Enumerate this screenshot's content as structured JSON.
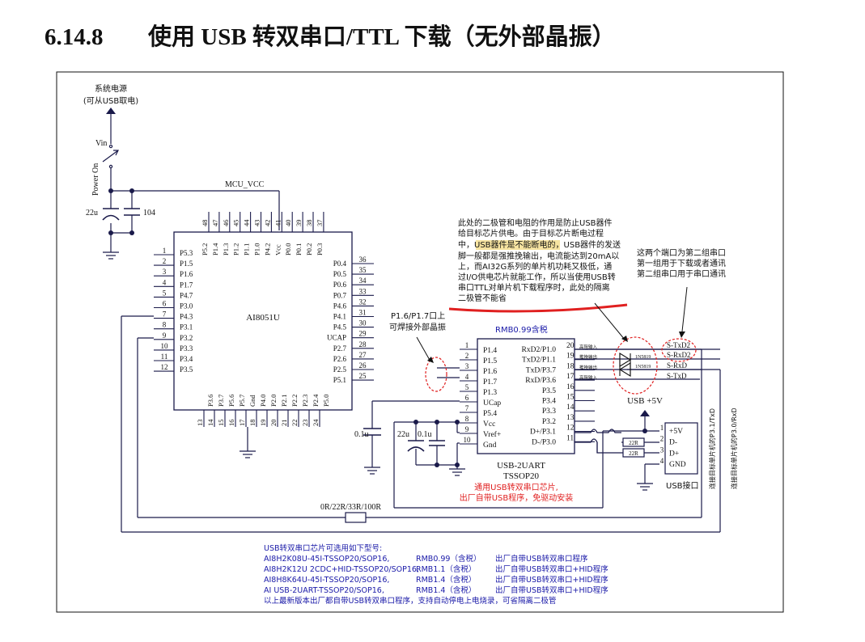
{
  "heading": {
    "number": "6.14.8",
    "title": "使用 USB 转双串口/TTL 下载（无外部晶振）"
  },
  "power": {
    "source_label": "系统电源",
    "source_sublabel": "(可从USB取电)",
    "vin_label": "Vin",
    "switch_label": "Power On",
    "net_label": "MCU_VCC",
    "cap1": "22u",
    "cap2": "104"
  },
  "mcu": {
    "name": "AI8051U",
    "left_pins": [
      {
        "num": "1",
        "name": "P5.3"
      },
      {
        "num": "2",
        "name": "P1.5"
      },
      {
        "num": "3",
        "name": "P1.6"
      },
      {
        "num": "4",
        "name": "P1.7"
      },
      {
        "num": "5",
        "name": "P4.7"
      },
      {
        "num": "6",
        "name": "P3.0"
      },
      {
        "num": "7",
        "name": "P4.3"
      },
      {
        "num": "8",
        "name": "P3.1"
      },
      {
        "num": "9",
        "name": "P3.2"
      },
      {
        "num": "10",
        "name": "P3.3"
      },
      {
        "num": "11",
        "name": "P3.4"
      },
      {
        "num": "12",
        "name": "P3.5"
      }
    ],
    "right_pins": [
      {
        "num": "36",
        "name": "P0.4"
      },
      {
        "num": "35",
        "name": "P0.5"
      },
      {
        "num": "34",
        "name": "P0.6"
      },
      {
        "num": "33",
        "name": "P0.7"
      },
      {
        "num": "32",
        "name": "P4.6"
      },
      {
        "num": "31",
        "name": "P4.1"
      },
      {
        "num": "30",
        "name": "P4.5"
      },
      {
        "num": "29",
        "name": "UCAP"
      },
      {
        "num": "28",
        "name": "P2.7"
      },
      {
        "num": "27",
        "name": "P2.6"
      },
      {
        "num": "26",
        "name": "P2.5"
      },
      {
        "num": "25",
        "name": "P5.1"
      }
    ],
    "top_pins": [
      {
        "num": "48",
        "name": "P5.2"
      },
      {
        "num": "47",
        "name": "P1.4"
      },
      {
        "num": "46",
        "name": "P1.3"
      },
      {
        "num": "45",
        "name": "P1.2"
      },
      {
        "num": "44",
        "name": "P1.1"
      },
      {
        "num": "43",
        "name": "P1.0"
      },
      {
        "num": "42",
        "name": "P4.2"
      },
      {
        "num": "41",
        "name": "Vcc"
      },
      {
        "num": "40",
        "name": "P0.0"
      },
      {
        "num": "39",
        "name": "P0.1"
      },
      {
        "num": "38",
        "name": "P0.2"
      },
      {
        "num": "37",
        "name": "P0.3"
      }
    ],
    "bottom_pins": [
      {
        "num": "13",
        "name": "P3.6"
      },
      {
        "num": "14",
        "name": "P3.7"
      },
      {
        "num": "15",
        "name": "P5.6"
      },
      {
        "num": "16",
        "name": "P5.7"
      },
      {
        "num": "17",
        "name": "Gnd"
      },
      {
        "num": "18",
        "name": "P4.0"
      },
      {
        "num": "19",
        "name": "P2.0"
      },
      {
        "num": "20",
        "name": "P2.1"
      },
      {
        "num": "21",
        "name": "P2.2"
      },
      {
        "num": "22",
        "name": "P2.3"
      },
      {
        "num": "23",
        "name": "P2.4"
      },
      {
        "num": "24",
        "name": "P5.0"
      }
    ]
  },
  "usb_chip": {
    "price": "RMB0.99含税",
    "name": "USB-2UART",
    "package": "TSSOP20",
    "note_line1": "通用USB转双串口芯片,",
    "note_line2": "出厂自带USB程序，免驱动安装",
    "left_pins": [
      {
        "num": "1",
        "name": "P1.4"
      },
      {
        "num": "2",
        "name": "P1.5"
      },
      {
        "num": "3",
        "name": "P1.6"
      },
      {
        "num": "4",
        "name": "P1.7"
      },
      {
        "num": "5",
        "name": "P1.3"
      },
      {
        "num": "6",
        "name": "UCap"
      },
      {
        "num": "7",
        "name": "P5.4"
      },
      {
        "num": "8",
        "name": "Vcc"
      },
      {
        "num": "9",
        "name": "Vref+"
      },
      {
        "num": "10",
        "name": "Gnd"
      }
    ],
    "right_pins": [
      {
        "num": "20",
        "name": "RxD2/P1.0",
        "tag": "高阻输入"
      },
      {
        "num": "19",
        "name": "TxD2/P1.1",
        "tag": "推挽输出"
      },
      {
        "num": "18",
        "name": "TxD/P3.7",
        "tag": "推挽输出"
      },
      {
        "num": "17",
        "name": "RxD/P3.6",
        "tag": "高阻输入"
      },
      {
        "num": "16",
        "name": "P3.5",
        "tag": ""
      },
      {
        "num": "15",
        "name": "P3.4",
        "tag": ""
      },
      {
        "num": "14",
        "name": "P3.3",
        "tag": ""
      },
      {
        "num": "13",
        "name": "P3.2",
        "tag": ""
      },
      {
        "num": "12",
        "name": "D+/P3.1",
        "tag": ""
      },
      {
        "num": "11",
        "name": "D-/P3.0",
        "tag": ""
      }
    ],
    "caps": {
      "ucap": "0.1u",
      "bulk": "22u",
      "decoupling": "0.1u"
    }
  },
  "signals": {
    "s_txd2": "S-TxD2",
    "s_rxd2": "S-RxD2",
    "s_rxd": "S-RxD",
    "s_txd": "S-TxD",
    "diode": "1N5819"
  },
  "series_resistor": "0R/22R/33R/100R",
  "usb_connector": {
    "supply_label": "USB +5V",
    "name": "USB接口",
    "resistor": "22R",
    "pins": [
      {
        "num": "1",
        "name": "+5V"
      },
      {
        "num": "2",
        "name": "D-"
      },
      {
        "num": "3",
        "name": "D+"
      },
      {
        "num": "4",
        "name": "GND"
      }
    ]
  },
  "side_labels": {
    "txd": "连接目标单片机的P3.1/TxD",
    "rxd": "连接目标单片机的P3.0/RxD"
  },
  "annotations": {
    "diode_note": [
      "此处的二极管和电阻的作用是防止USB器件",
      "给目标芯片供电。由于目标芯片断电过程",
      "中，",
      "USB器件是不能断电的",
      "，USB器件的发送",
      "脚一般都是强推挽输出，电流能达到20mA以",
      "上，而AI32G系列的单片机功耗又极低，通",
      "过I/O供电芯片就能工作，所以当使用USB转",
      "串口TTL对单片机下载程序时，此处的隔离",
      "二极管不能省"
    ],
    "port_note": [
      "这两个端口为第二组串口",
      "第一组用于下载或者通讯",
      "第二组串口用于串口通讯"
    ],
    "crystal_note": [
      "P1.6/P1.7口上",
      "可焊接外部晶振"
    ]
  },
  "options": {
    "title": "USB转双串口芯片可选用如下型号:",
    "rows": [
      {
        "model": "AI8H2K08U-45I-TSSOP20/SOP16,",
        "price": "RMB0.99（含税）",
        "desc": "出厂自带USB转双串口程序"
      },
      {
        "model": "AI8H2K12U 2CDC+HID-TSSOP20/SOP16,",
        "price": "RMB1.1（含税）",
        "desc": "出厂自带USB转双串口+HID程序"
      },
      {
        "model": "AI8H8K64U-45I-TSSOP20/SOP16,",
        "price": "RMB1.4（含税）",
        "desc": "出厂自带USB转双串口+HID程序"
      },
      {
        "model": "AI USB-2UART-TSSOP20/SOP16,",
        "price": "RMB1.4（含税）",
        "desc": "出厂自带USB转双串口+HID程序"
      }
    ],
    "footer": "以上最新版本出厂都自带USB转双串口程序，支持自动停电上电烧录，可省隔离二极管"
  }
}
